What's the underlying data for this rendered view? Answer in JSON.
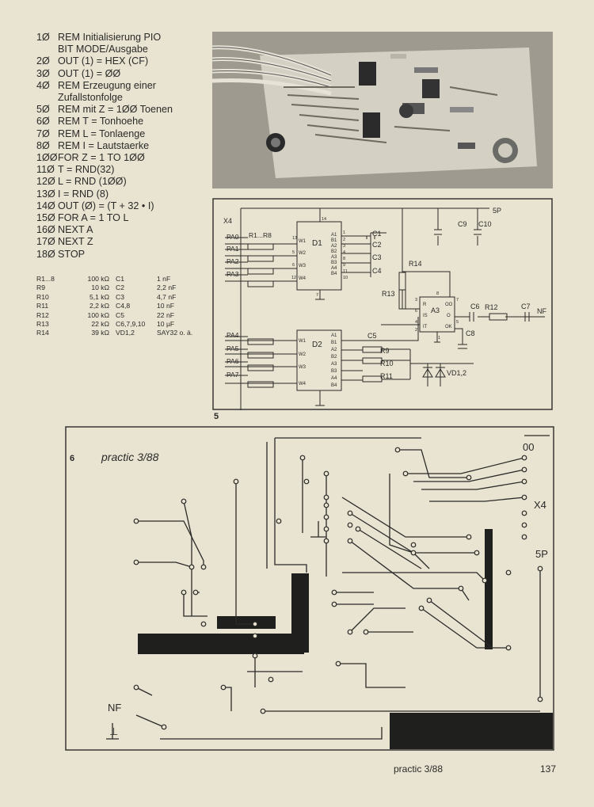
{
  "listing": [
    {
      "num": "1Ø",
      "text": "REM Initialisierung PIO"
    },
    {
      "num": "",
      "text": "BIT MODE/Ausgabe"
    },
    {
      "num": "2Ø",
      "text": "OUT (1) = HEX (CF)"
    },
    {
      "num": "3Ø",
      "text": "OUT (1) = ØØ"
    },
    {
      "num": "4Ø",
      "text": "REM Erzeugung einer"
    },
    {
      "num": "",
      "text": "Zufallstonfolge"
    },
    {
      "num": "5Ø",
      "text": "REM mit Z = 1ØØ Toenen"
    },
    {
      "num": "6Ø",
      "text": "REM T = Tonhoehe"
    },
    {
      "num": "7Ø",
      "text": "REM L = Tonlaenge"
    },
    {
      "num": "8Ø",
      "text": "REM I = Lautstaerke"
    },
    {
      "num": "1ØØ",
      "text": "FOR Z = 1 TO 1ØØ"
    },
    {
      "num": "11Ø",
      "text": "T = RND(32)"
    },
    {
      "num": "12Ø",
      "text": "L = RND (1ØØ)"
    },
    {
      "num": "13Ø",
      "text": "I = RND (8)"
    },
    {
      "num": "14Ø",
      "text": "OUT (Ø) = (T + 32 • I)"
    },
    {
      "num": "15Ø",
      "text": "FOR A = 1 TO L"
    },
    {
      "num": "16Ø",
      "text": "NEXT A"
    },
    {
      "num": "17Ø",
      "text": "NEXT Z"
    },
    {
      "num": "18Ø",
      "text": "STOP"
    }
  ],
  "parts": [
    [
      "R1...8",
      "100 kΩ",
      "C1",
      "1 nF"
    ],
    [
      "R9",
      "10 kΩ",
      "C2",
      "2,2 nF"
    ],
    [
      "R10",
      "5,1 kΩ",
      "C3",
      "4,7 nF"
    ],
    [
      "R11",
      "2,2 kΩ",
      "C4,8",
      "10 nF"
    ],
    [
      "R12",
      "100 kΩ",
      "C5",
      "22 nF"
    ],
    [
      "R13",
      "22 kΩ",
      "C6,7,9,10",
      "10 µF"
    ],
    [
      "R14",
      "39 kΩ",
      "VD1,2",
      "SAY32 o. ä."
    ]
  ],
  "schematic": {
    "figure_number": "5",
    "connector": "X4",
    "supply": "5P",
    "ports": [
      "PA0",
      "PA1",
      "PA2",
      "PA3",
      "PA4",
      "PA5",
      "PA6",
      "PA7"
    ],
    "resistor_array": "R1...R8",
    "ic1": "D1",
    "ic2": "D2",
    "ic3": "A3",
    "a3_pins": [
      "R",
      "IS",
      "IT",
      "OO",
      "O",
      "OK"
    ],
    "d_inputs": [
      "W1",
      "W2",
      "W3",
      "W4"
    ],
    "d_outputs": [
      "A1",
      "B1",
      "A2",
      "B2",
      "A3",
      "B3",
      "A4",
      "B4"
    ],
    "pin_numbers": [
      "13",
      "5",
      "6",
      "12",
      "14",
      "7",
      "1",
      "2",
      "3",
      "4",
      "8",
      "9",
      "11",
      "10",
      "3",
      "8",
      "5",
      "7",
      "6",
      "4",
      "2",
      "1"
    ],
    "caps": [
      "C1",
      "C2",
      "C3",
      "C4",
      "C5",
      "C6",
      "C7",
      "C8",
      "C9",
      "C10"
    ],
    "resistors": [
      "R9",
      "R10",
      "R11",
      "R12",
      "R13",
      "R14"
    ],
    "diodes": "VD1,2",
    "output": "NF"
  },
  "pcb": {
    "figure_number": "6",
    "caption": "practic 3/88",
    "labels": [
      "00",
      "X4",
      "5P",
      "NF",
      "⊥"
    ]
  },
  "footer": {
    "magazine": "practic 3/88",
    "page": "137"
  }
}
